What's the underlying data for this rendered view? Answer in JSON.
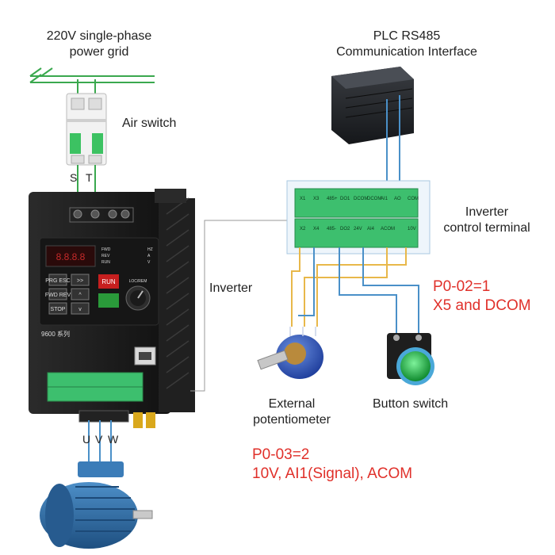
{
  "labels": {
    "power_grid_line1": "220V single-phase",
    "power_grid_line2": "power grid",
    "air_switch": "Air switch",
    "plc_line1": "PLC RS485",
    "plc_line2": "Communication Interface",
    "inverter": "Inverter",
    "control_terminal_line1": "Inverter",
    "control_terminal_line2": "control terminal",
    "button_switch": "Button switch",
    "potentiometer_line1": "External",
    "potentiometer_line2": "potentiometer",
    "terminal_s": "S",
    "terminal_t": "T",
    "motor_u": "U",
    "motor_v": "V",
    "motor_w": "W"
  },
  "params": {
    "p002_line1": "P0-02=1",
    "p002_line2": "X5 and DCOM",
    "p003_line1": "P0-03=2",
    "p003_line2": "10V, AI1(Signal), ACOM"
  },
  "inverter_panel": {
    "run_label": "RUN",
    "series_label": "9600 系列",
    "key_prg": "PRG ESC",
    "key_shift": ">>",
    "key_fwd": "FWD REV",
    "key_up": "^",
    "key_down": "v",
    "key_stop": "STOP",
    "display_value": "8.8.8.8",
    "knob_label": "LOC/REM",
    "hz_indicator": "HZ",
    "a_indicator": "A",
    "v_indicator": "V",
    "fwd_indicator": "FWD",
    "rev_indicator": "REV",
    "run_indicator": "RUN"
  },
  "control_terminal": {
    "top_row": [
      "X1",
      "X3",
      "485+",
      "DO1",
      "DCOM",
      "DCOM",
      "AI1",
      "AO",
      "COM"
    ],
    "bottom_row": [
      "X2",
      "X4",
      "485-",
      "DO2",
      "24V",
      "AI4",
      "ACOM",
      "",
      "10V"
    ]
  },
  "colors": {
    "wire_blue": "#4a90c8",
    "wire_yellow": "#e8b84a",
    "wire_green": "#3aa84e",
    "inverter_body": "#1c1c1c",
    "terminal_green": "#3dbf6e",
    "motor_blue": "#2f6ea8",
    "param_red": "#e0302a"
  },
  "icons": [
    "power-grid-symbol",
    "air-switch-icon",
    "plc-module-icon",
    "inverter-icon",
    "motor-icon",
    "potentiometer-icon",
    "button-switch-icon"
  ]
}
